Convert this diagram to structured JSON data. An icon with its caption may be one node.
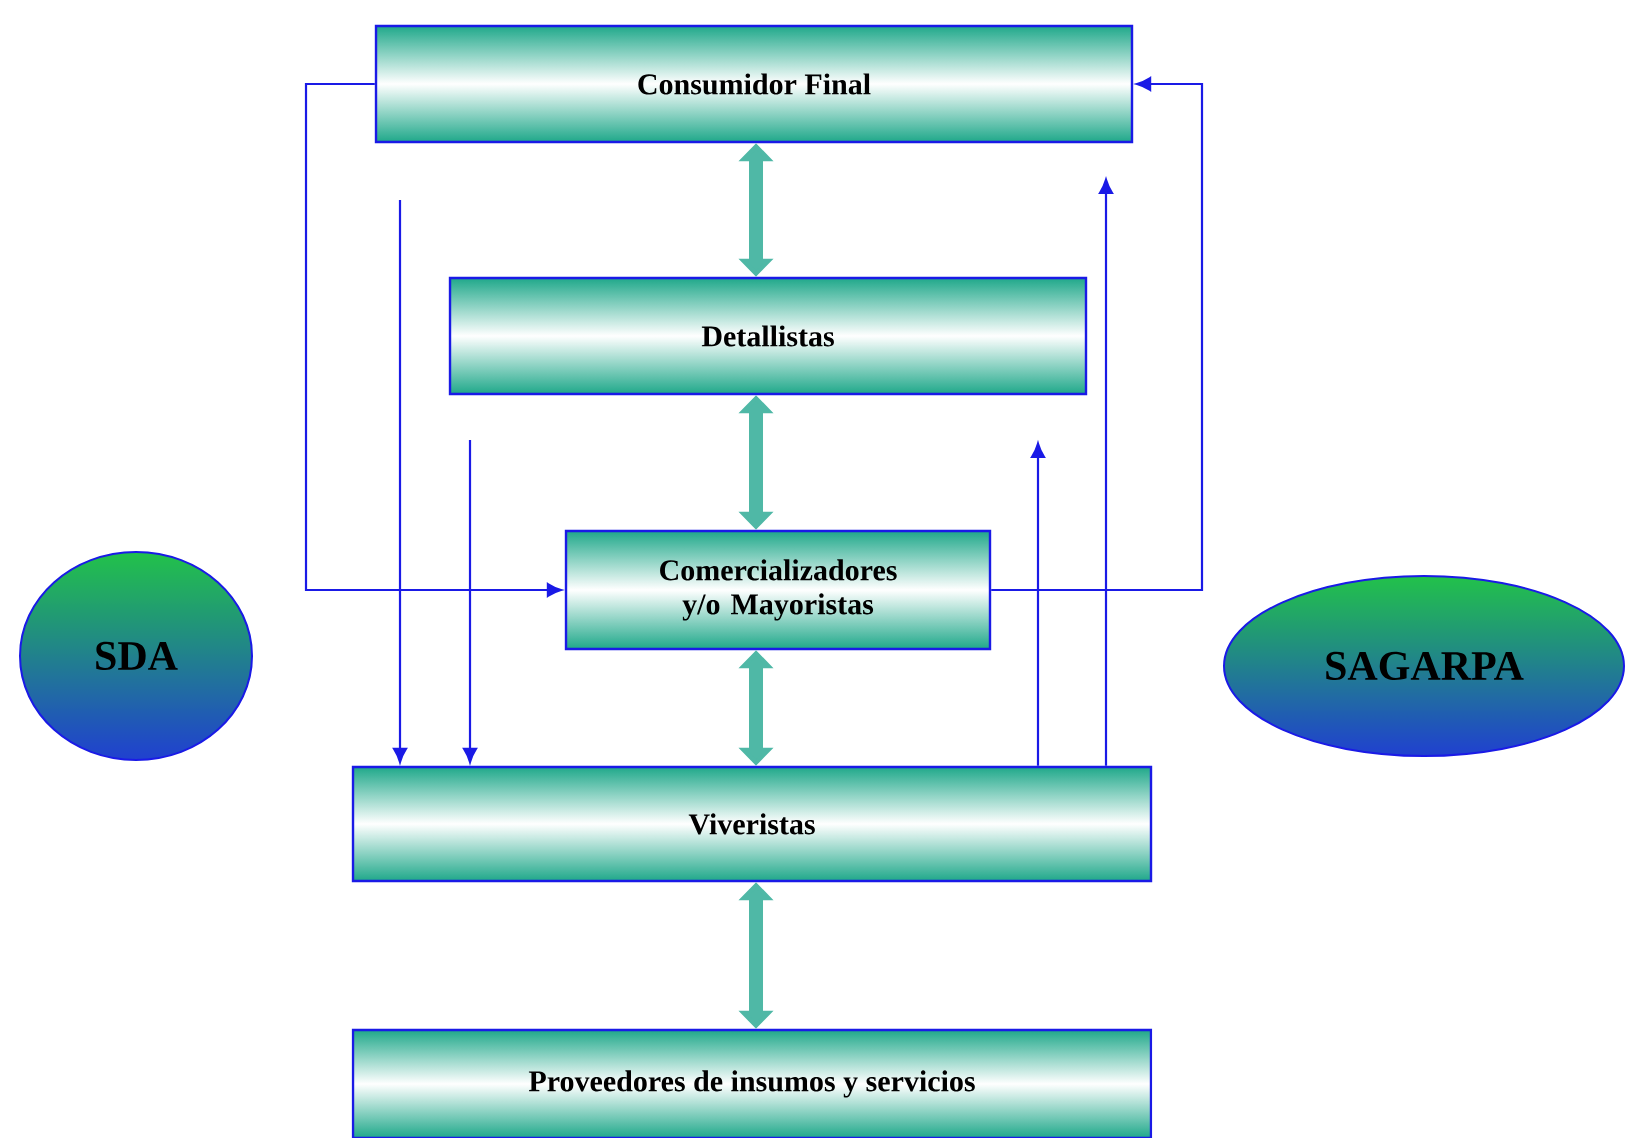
{
  "diagram": {
    "nodes": [
      {
        "text": [
          "Consumidor Final"
        ]
      },
      {
        "text": [
          "Detallistas"
        ]
      },
      {
        "text": [
          "Comercializadores y/o Mayoristas"
        ]
      },
      {
        "text": [
          "Viveristas"
        ]
      },
      {
        "text": [
          "Proveedores de insumos y servicios"
        ]
      },
      {
        "text": [
          "SDA"
        ]
      },
      {
        "text": [
          "SAGARPA"
        ]
      }
    ],
    "edges": [
      {
        "from": 0,
        "to": 1,
        "arrow": "both",
        "style": "thick",
        "color": "#4fb8a6"
      },
      {
        "from": 1,
        "to": 2,
        "arrow": "both",
        "style": "thick",
        "color": "#4fb8a6"
      },
      {
        "from": 2,
        "to": 3,
        "arrow": "both",
        "style": "thick",
        "color": "#4fb8a6"
      },
      {
        "from": 3,
        "to": 4,
        "arrow": "both",
        "style": "thick",
        "color": "#4fb8a6"
      },
      {
        "from": 0,
        "to": 2,
        "arrow": "to"
      },
      {
        "from": 2,
        "to": 0,
        "arrow": "to"
      },
      {
        "from": null,
        "to": 3,
        "arrow": "to"
      },
      {
        "from": null,
        "to": 3,
        "arrow": "to"
      },
      {
        "from": 3,
        "to": null,
        "arrow": "to"
      },
      {
        "from": 3,
        "to": null,
        "arrow": "to"
      }
    ]
  }
}
